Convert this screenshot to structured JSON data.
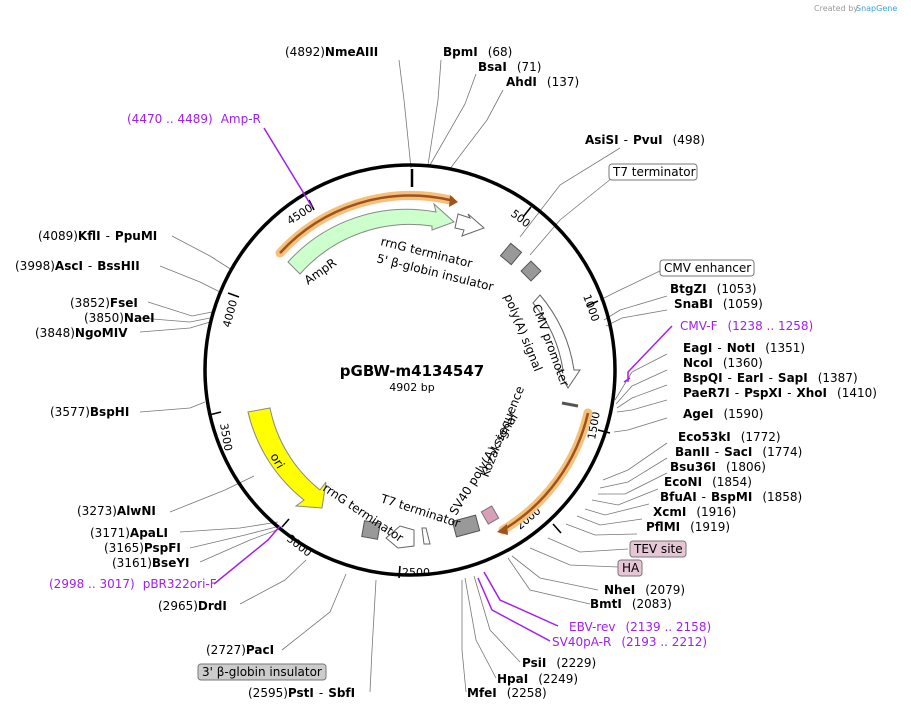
{
  "credit": {
    "created_by": "Created by",
    "app": "SnapGene"
  },
  "plasmid": {
    "name": "pGBW-m4134547",
    "length_label": "4902 bp",
    "length": 4902
  },
  "colors": {
    "backbone": "#000000",
    "leader": "#777777",
    "primer": "#a020f0",
    "amp": "#ccffcc",
    "ori": "#ffff00",
    "grey_box": "#999999",
    "pink_box": "#d8a0b8",
    "orange_glow": "#f5c07a",
    "orange_arrow": "#a0521c"
  },
  "ticks": [
    "500",
    "1000",
    "1500",
    "2000",
    "2500",
    "3000",
    "3500",
    "4000",
    "4500"
  ],
  "sites": [
    {
      "pos": "(4892)",
      "name": "NmeAIII",
      "after": ""
    },
    {
      "pos": "(68)",
      "name": "BpmI",
      "after": ""
    },
    {
      "pos": "(71)",
      "name": "BsaI",
      "after": ""
    },
    {
      "pos": "(137)",
      "name": "AhdI",
      "after": ""
    },
    {
      "pos": "(498)",
      "name": "AsiSI",
      "sep": "-",
      "name2": "PvuI"
    },
    {
      "pos": "(1053)",
      "name": "BtgZI"
    },
    {
      "pos": "(1059)",
      "name": "SnaBI"
    },
    {
      "pos": "(1351)",
      "name": "EagI",
      "sep": "-",
      "name2": "NotI"
    },
    {
      "pos": "(1360)",
      "name": "NcoI"
    },
    {
      "pos": "(1387)",
      "name": "BspQI",
      "sep": "-",
      "name2": "EarI",
      "sep2": "-",
      "name3": "SapI"
    },
    {
      "pos": "(1410)",
      "name": "PaeR7I",
      "sep": "-",
      "name2": "PspXI",
      "sep2": "-",
      "name3": "XhoI"
    },
    {
      "pos": "(1590)",
      "name": "AgeI"
    },
    {
      "pos": "(1772)",
      "name": "Eco53kI"
    },
    {
      "pos": "(1774)",
      "name": "BanII",
      "sep": "-",
      "name2": "SacI"
    },
    {
      "pos": "(1806)",
      "name": "Bsu36I"
    },
    {
      "pos": "(1854)",
      "name": "EcoNI"
    },
    {
      "pos": "(1858)",
      "name": "BfuAI",
      "sep": "-",
      "name2": "BspMI"
    },
    {
      "pos": "(1916)",
      "name": "XcmI"
    },
    {
      "pos": "(1919)",
      "name": "PflMI"
    },
    {
      "pos": "(2079)",
      "name": "NheI"
    },
    {
      "pos": "(2083)",
      "name": "BmtI"
    },
    {
      "pos": "(2229)",
      "name": "PsiI"
    },
    {
      "pos": "(2249)",
      "name": "HpaI"
    },
    {
      "pos": "(2258)",
      "name": "MfeI"
    },
    {
      "pos": "(2595)",
      "name": "PstI",
      "sep": "-",
      "name2": "SbfI"
    },
    {
      "pos": "(2727)",
      "name": "PacI"
    },
    {
      "pos": "(2965)",
      "name": "DrdI"
    },
    {
      "pos": "(3161)",
      "name": "BseYI"
    },
    {
      "pos": "(3165)",
      "name": "PspFI"
    },
    {
      "pos": "(3171)",
      "name": "ApaLI"
    },
    {
      "pos": "(3273)",
      "name": "AlwNI"
    },
    {
      "pos": "(3577)",
      "name": "BspHI"
    },
    {
      "pos": "(3848)",
      "name": "NgoMIV"
    },
    {
      "pos": "(3850)",
      "name": "NaeI"
    },
    {
      "pos": "(3852)",
      "name": "FseI"
    },
    {
      "pos": "(3998)",
      "name": "AscI",
      "sep": "-",
      "name2": "BssHII"
    },
    {
      "pos": "(4089)",
      "name": "KflI",
      "sep": "-",
      "name2": "PpuMI"
    }
  ],
  "primers": [
    {
      "range": "(4470 .. 4489)",
      "name": "Amp-R"
    },
    {
      "range": "(1238 .. 1258)",
      "name": "CMV-F"
    },
    {
      "range": "(2139 .. 2158)",
      "name": "EBV-rev"
    },
    {
      "range": "(2193 .. 2212)",
      "name": "SV40pA-R"
    },
    {
      "range": "(2998 .. 3017)",
      "name": "pBR322ori-F"
    }
  ],
  "callouts": [
    {
      "name": "T7 terminator",
      "style": "white"
    },
    {
      "name": "CMV enhancer",
      "style": "white"
    },
    {
      "name": "TEV site",
      "style": "pink"
    },
    {
      "name": "HA",
      "style": "pink"
    },
    {
      "name": "3' β-globin insulator",
      "style": "grey"
    }
  ],
  "features": {
    "rrnG_top": "rrnG terminator",
    "globin_top": "5' β-globin insulator",
    "ampr": "AmpR",
    "polyA_top": "poly(A) signal",
    "cmv_promoter": "CMV promoter",
    "kozak": "Kozak sequence",
    "sv40": "SV40 poly(A) signal",
    "t7_bottom": "T7 terminator",
    "rrnG_bottom": "rrnG terminator",
    "ori": "ori"
  }
}
